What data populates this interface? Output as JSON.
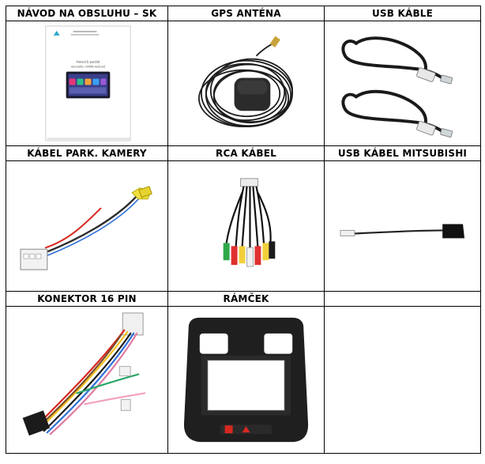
{
  "headers": {
    "manual": "NÁVOD NA OBSLUHU – SK",
    "gps": "GPS ANTÉNA",
    "usb": "USB KÁBLE",
    "park_camera": "KÁBEL PARK. KAMERY",
    "rca": "RCA KÁBEL",
    "usb_mitsubishi": "USB KÁBEL MITSUBISHI",
    "connector": "KONEKTOR 16 PIN",
    "frame": "RÁMČEK"
  },
  "manual_booklet": {
    "title": "Návod k použití",
    "subtitle": "Autorádio 9048B Android"
  },
  "icons": {
    "manual": "manual-booklet-icon",
    "gps": "gps-antenna-icon",
    "usb": "usb-cable-icon",
    "park_camera": "camera-cable-icon",
    "rca": "rca-cable-icon",
    "usb_mitsubishi": "mitsubishi-usb-cable-icon",
    "connector": "wiring-harness-icon",
    "frame": "dashboard-frame-icon"
  },
  "colors": {
    "border": "#000000",
    "background": "#ffffff"
  }
}
